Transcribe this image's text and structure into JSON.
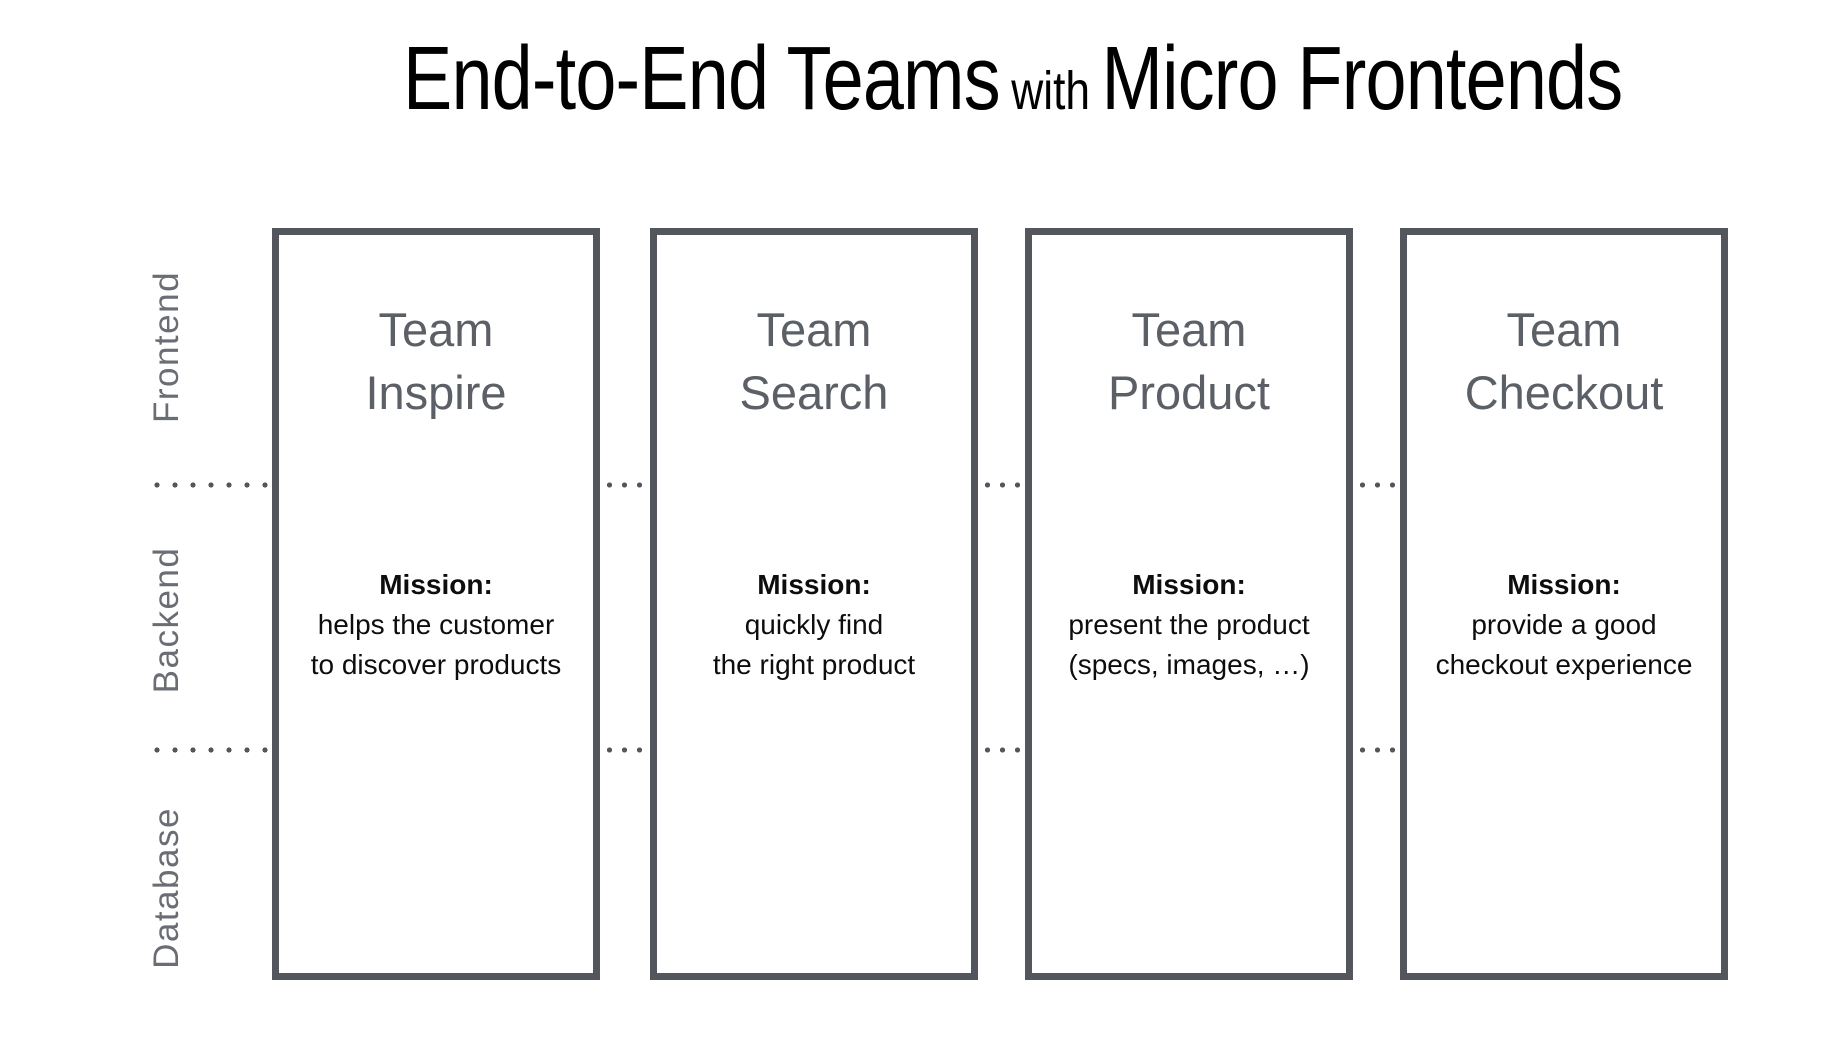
{
  "title": {
    "part1": "End-to-End Teams",
    "part2": "with",
    "part3": "Micro Frontends"
  },
  "layers": [
    {
      "label": "Frontend"
    },
    {
      "label": "Backend"
    },
    {
      "label": "Database"
    }
  ],
  "teams": [
    {
      "title_line1": "Team",
      "title_line2": "Inspire",
      "mission_label": "Mission:",
      "mission_line1": "helps the customer",
      "mission_line2": "to discover products"
    },
    {
      "title_line1": "Team",
      "title_line2": "Search",
      "mission_label": "Mission:",
      "mission_line1": "quickly find",
      "mission_line2": "the right product"
    },
    {
      "title_line1": "Team",
      "title_line2": "Product",
      "mission_label": "Mission:",
      "mission_line1": "present the product",
      "mission_line2": "(specs, images, …)"
    },
    {
      "title_line1": "Team",
      "title_line2": "Checkout",
      "mission_label": "Mission:",
      "mission_line1": "provide a good",
      "mission_line2": "checkout experience"
    }
  ],
  "colors": {
    "line": "#53565C",
    "team": "#5B5F66",
    "label": "#6A6E74",
    "mission": "#0D0D0D",
    "bg": "#FFFFFF"
  }
}
